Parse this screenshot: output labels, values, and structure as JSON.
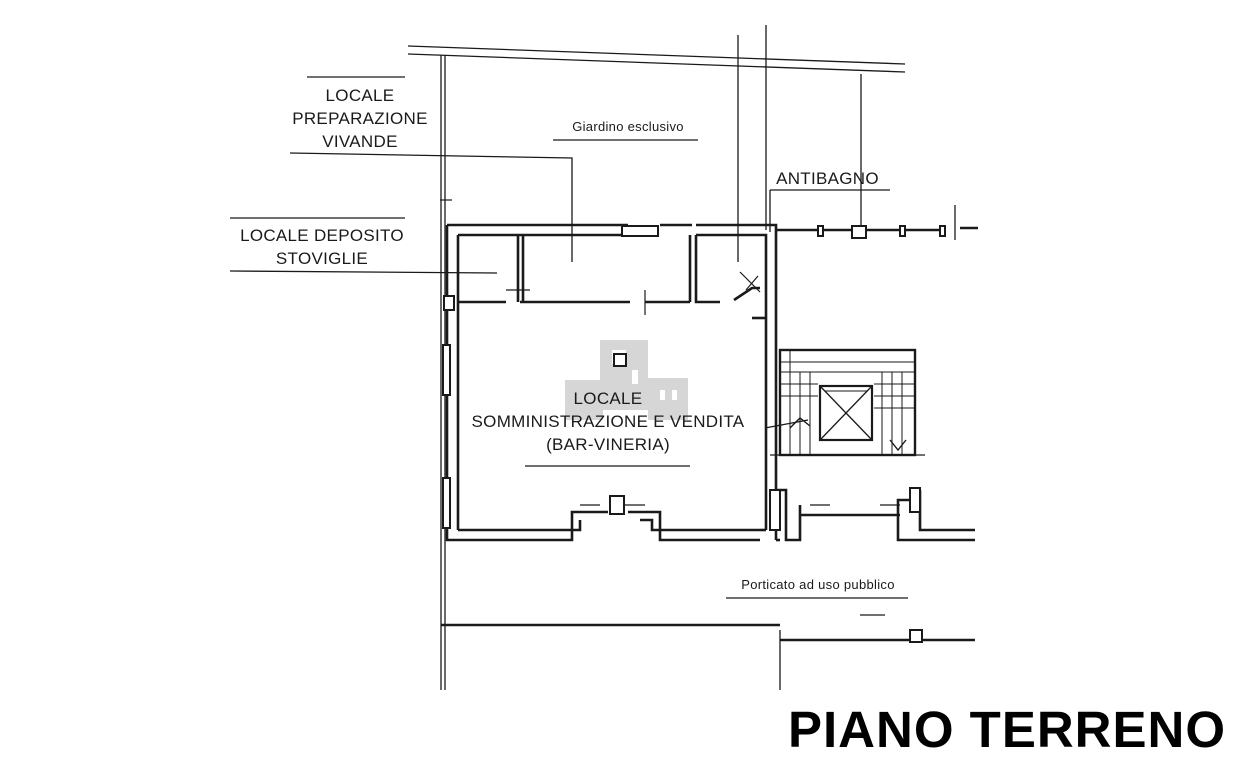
{
  "title": "PIANO TERRENO",
  "labels": {
    "preparazione": [
      "LOCALE",
      "PREPARAZIONE",
      "VIVANDE"
    ],
    "deposito": [
      "LOCALE DEPOSITO",
      "STOVIGLIE"
    ],
    "giardino": "Giardino esclusivo",
    "antibagno": "ANTIBAGNO",
    "somministrazione": [
      "LOCALE",
      "SOMMINISTRAZIONE E VENDITA",
      "(BAR-VINERIA)"
    ],
    "porticato": "Porticato ad uso pubblico"
  },
  "colors": {
    "ink": "#1a1a1a",
    "watermark": "#c9c9c9"
  },
  "icons": {
    "watermark": "building-watermark-icon",
    "stair": "stair-lift-icon"
  }
}
